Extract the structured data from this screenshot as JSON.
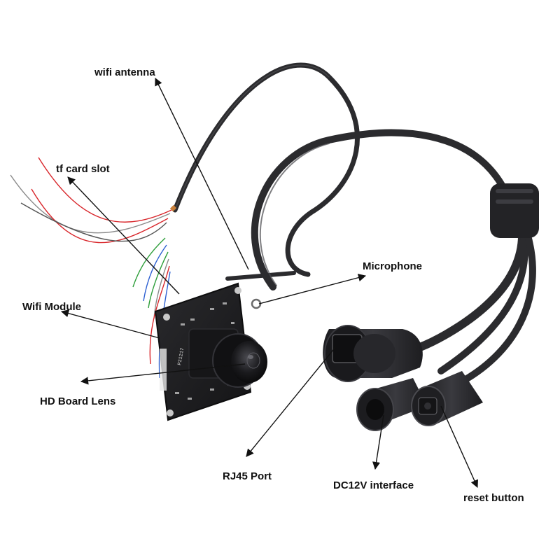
{
  "labels": {
    "wifi_antenna": "wifi antenna",
    "tf_card_slot": "tf card slot",
    "microphone": "Microphone",
    "wifi_module": "Wifi Module",
    "hd_board_lens": "HD Board Lens",
    "rj45_port": "RJ45 Port",
    "dc12v_interface": "DC12V interface",
    "reset_button": "reset button"
  },
  "pcb_marking": "P21217",
  "colors": {
    "background": "#ffffff",
    "label_text": "#111111",
    "leader_line": "#111111",
    "cable": "#2b2b2e",
    "pcb": "#1c1c1e",
    "wire_red": "#d8262b",
    "wire_green": "#2e9e3a",
    "wire_blue": "#2c5fd1",
    "wire_gray": "#8a8a8a"
  },
  "icons": [
    "camera-board",
    "rj45-connector",
    "dc-jack",
    "reset-button-housing",
    "wifi-antenna-cable",
    "microphone-ring"
  ]
}
